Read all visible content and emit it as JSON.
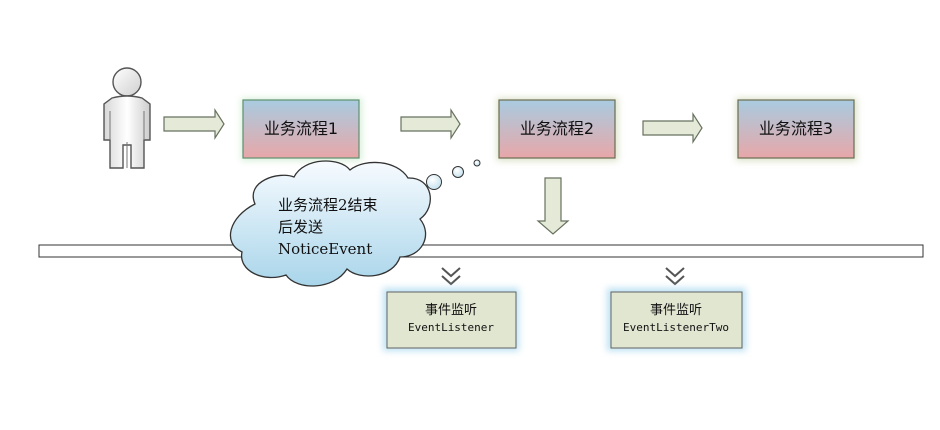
{
  "process_steps": [
    {
      "label": "业务流程1"
    },
    {
      "label": "业务流程2"
    },
    {
      "label": "业务流程3"
    }
  ],
  "cloud": {
    "lines": [
      "业务流程2结束",
      "后发送",
      "NoticeEvent"
    ]
  },
  "listeners": [
    {
      "title": "事件监听",
      "subtitle": "EventListener"
    },
    {
      "title": "事件监听",
      "subtitle": "EventListenerTwo"
    }
  ],
  "icons": {
    "actor": "person-icon",
    "arrow": "right-arrow-icon",
    "down_arrow": "down-arrow-icon",
    "chevron": "double-chevron-down-icon"
  },
  "colors": {
    "process_top": "#a9cbe0",
    "process_bottom": "#e7a7a9",
    "arrow_fill": "#e4ead7",
    "listener_fill": "#e1e6d1",
    "cloud_top": "#f6fbff",
    "cloud_bottom": "#a9d5ea"
  }
}
